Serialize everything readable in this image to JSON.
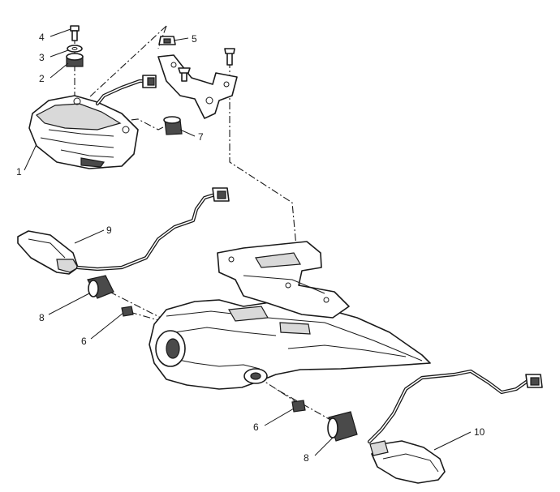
{
  "callouts": {
    "c1": "1",
    "c2": "2",
    "c3": "3",
    "c4": "4",
    "c5": "5",
    "c6a": "6",
    "c6b": "6",
    "c7": "7",
    "c8a": "8",
    "c8b": "8",
    "c9": "9",
    "c10": "10"
  }
}
